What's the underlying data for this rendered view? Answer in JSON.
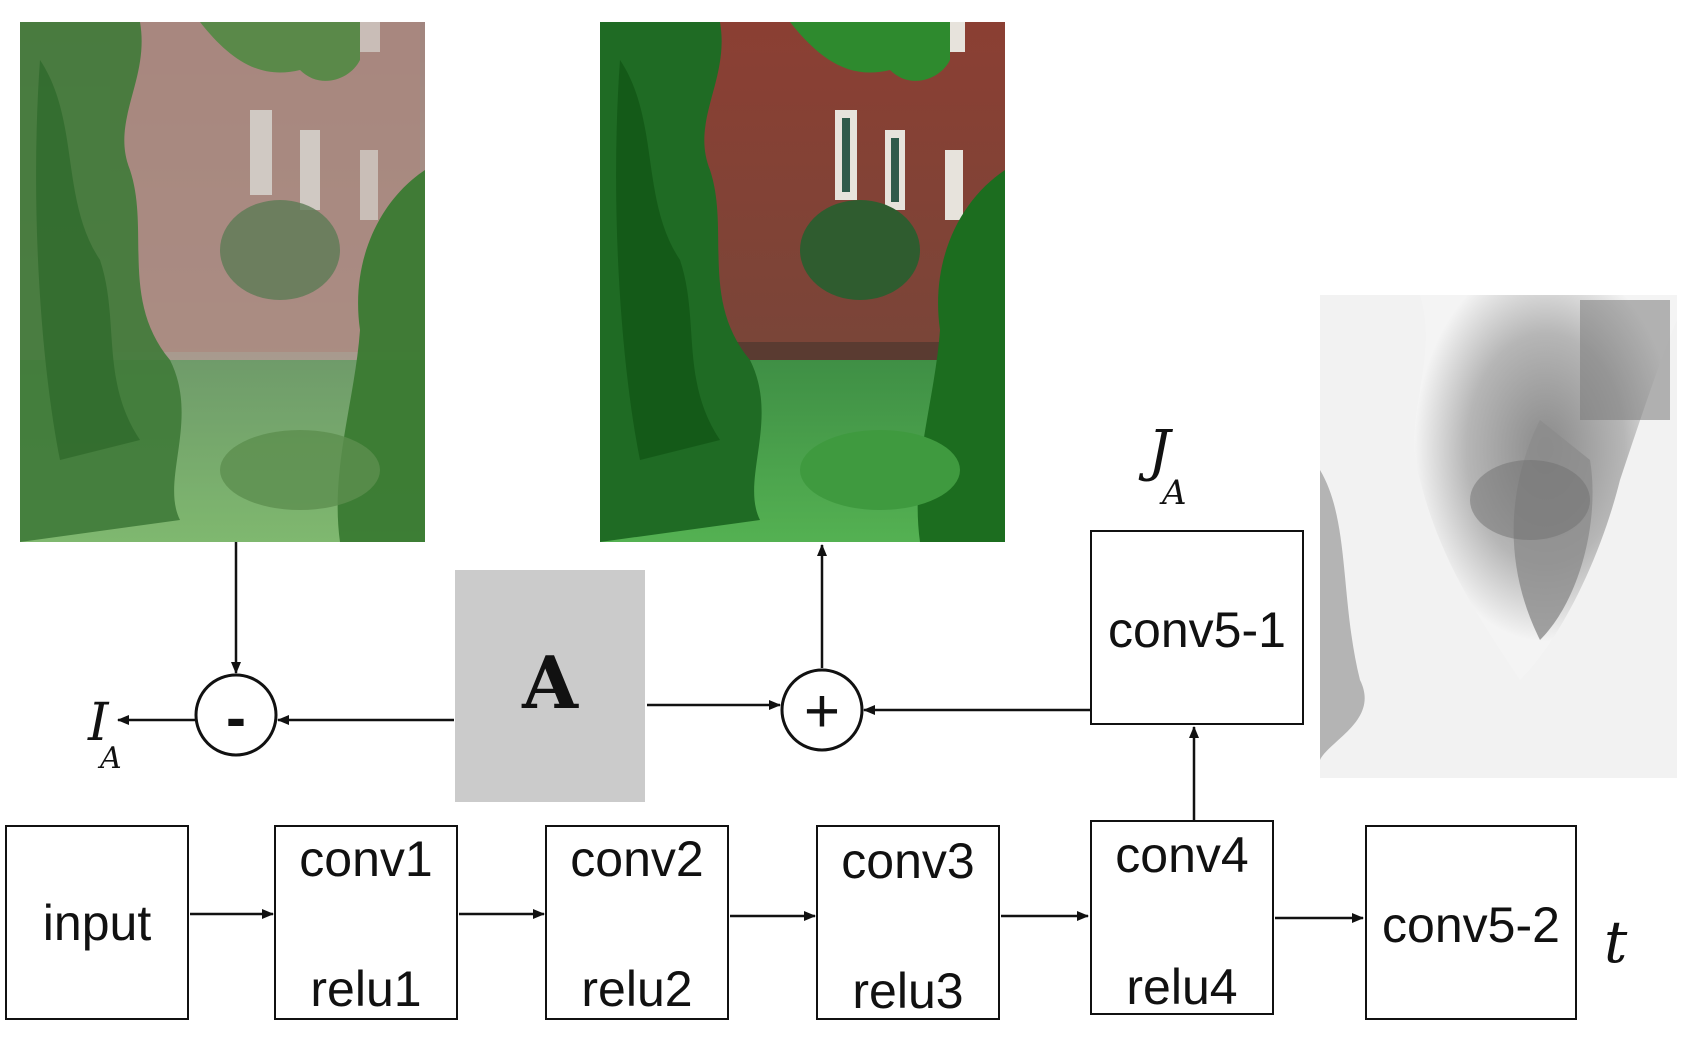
{
  "diagram": {
    "images": {
      "hazy_input": {
        "depiction": "hazy photo of a brick building with trees and garden"
      },
      "dehazed_output": {
        "depiction": "dehazed, sharper photo of the same brick building scene"
      },
      "transmission_map": {
        "depiction": "grayscale transmission map of the scene"
      }
    },
    "atmospheric_light": {
      "label": "A",
      "color": "#cbcbcb"
    },
    "operators": {
      "subtract": "-",
      "add": "+"
    },
    "math_labels": {
      "I_A": {
        "base": "I",
        "sub": "A"
      },
      "J_A": {
        "base": "J",
        "sub": "A"
      },
      "t": "t"
    },
    "blocks": {
      "input": {
        "line1": "input"
      },
      "conv1": {
        "line1": "conv1",
        "line2": "relu1"
      },
      "conv2": {
        "line1": "conv2",
        "line2": "relu2"
      },
      "conv3": {
        "line1": "conv3",
        "line2": "relu3"
      },
      "conv4": {
        "line1": "conv4",
        "line2": "relu4"
      },
      "conv5_1": {
        "line1": "conv5-1"
      },
      "conv5_2": {
        "line1": "conv5-2"
      }
    }
  }
}
